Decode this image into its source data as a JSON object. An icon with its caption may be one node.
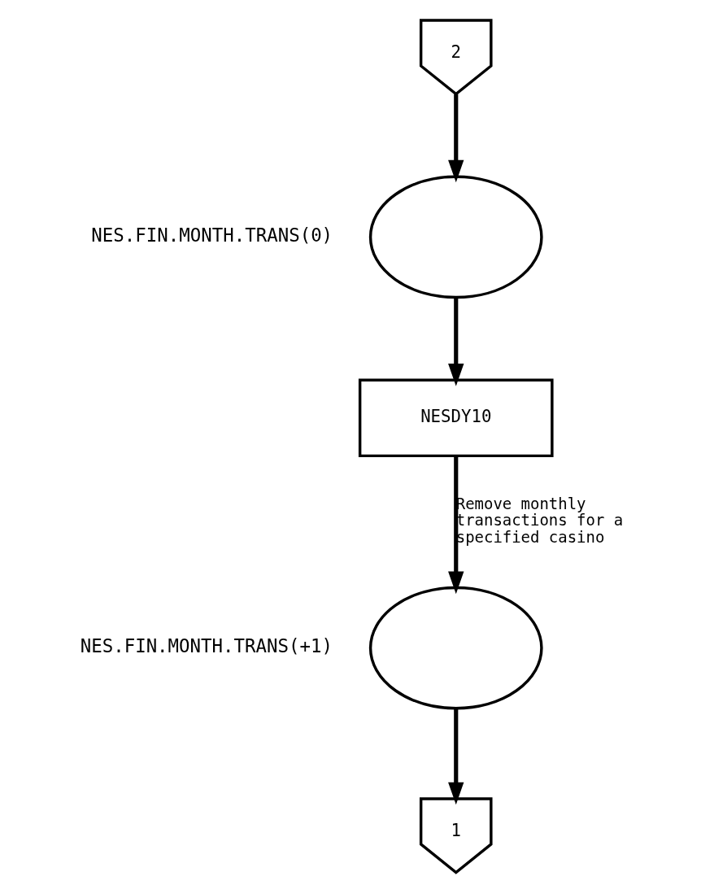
{
  "diagram": {
    "nodes": [
      {
        "text": [
          "2"
        ]
      },
      {
        "text": [],
        "shape": "circle",
        "beside": [
          "NES.FIN.MONTH.TRANS(0)"
        ]
      },
      {
        "text": [
          "NESDY10"
        ]
      },
      {
        "text": [],
        "shape": "circle",
        "beside": [
          "NES.FIN.MONTH.TRANS(+1)"
        ]
      },
      {
        "text": [
          "1"
        ]
      }
    ],
    "edges": [
      {
        "from": 0,
        "to": 1,
        "arrow": "to"
      },
      {
        "from": 1,
        "to": 2,
        "arrow": "to"
      },
      {
        "from": 2,
        "to": 3,
        "arrow": "to",
        "label": "Remove monthly transactions for a specified casino"
      },
      {
        "from": 3,
        "to": 4,
        "arrow": "to"
      }
    ]
  }
}
